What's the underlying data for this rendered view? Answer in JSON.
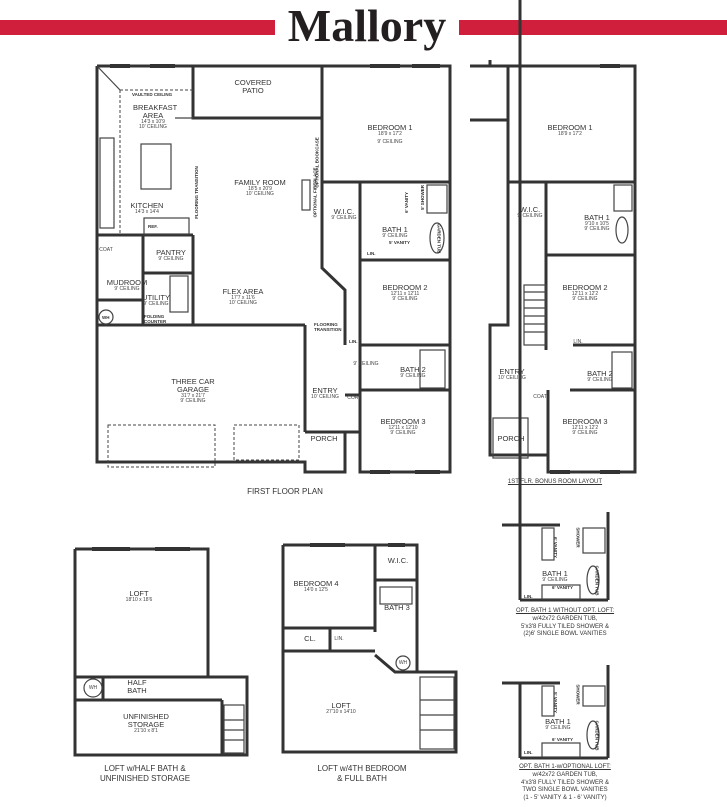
{
  "header": {
    "title": "Mallory",
    "accent_color": "#d01f3c"
  },
  "first_floor": {
    "caption": "FIRST FLOOR PLAN",
    "rooms": {
      "covered_patio": {
        "name": "COVERED PATIO"
      },
      "breakfast": {
        "name": "BREAKFAST AREA",
        "size": "14'3 x 10'9",
        "ceiling": "10' CEILING"
      },
      "kitchen": {
        "name": "KITCHEN",
        "size": "14'3 x 14'4"
      },
      "family_room": {
        "name": "FAMILY ROOM",
        "size": "18'5 x 20'9",
        "ceiling": "10' CEILING"
      },
      "flex_area": {
        "name": "FLEX AREA",
        "size": "17'7 x 11'6",
        "ceiling": "10' CEILING"
      },
      "bedroom1": {
        "name": "BEDROOM 1",
        "size": "18'9 x 17'2",
        "ceiling": "9' CEILING"
      },
      "wic": {
        "name": "W.I.C.",
        "ceiling": "9' CEILING"
      },
      "bath1": {
        "name": "BATH 1",
        "ceiling": "9' CEILING"
      },
      "bedroom2": {
        "name": "BEDROOM 2",
        "size": "12'11 x 12'11",
        "ceiling": "9' CEILING"
      },
      "pantry": {
        "name": "PANTRY",
        "ceiling": "9' CEILING"
      },
      "mudroom": {
        "name": "MUDROOM",
        "ceiling": "9' CEILING"
      },
      "utility": {
        "name": "UTILITY",
        "ceiling": "9' CEILING"
      },
      "coat1": {
        "name": "COAT"
      },
      "garage": {
        "name": "THREE CAR GARAGE",
        "size": "31'7 x 21'7",
        "ceiling": "9' CEILING"
      },
      "hall": {
        "ceiling": "9' CEILING"
      },
      "entry": {
        "name": "ENTRY",
        "ceiling": "10' CEILING"
      },
      "coat2": {
        "name": "COAT"
      },
      "bath2": {
        "name": "BATH 2",
        "ceiling": "9' CEILING"
      },
      "bedroom3": {
        "name": "BEDROOM 3",
        "size": "12'11 x 12'10",
        "ceiling": "9' CEILING"
      },
      "porch": {
        "name": "PORCH"
      }
    },
    "notes": {
      "vaulted": "VAULTED CEILING",
      "flooring1": "FLOORING TRANSITION",
      "flooring2": "FLOORING TRANSITION",
      "ref": "REF.",
      "folding": "FOLDING COUNTER",
      "wh": "WH",
      "lin1": "LIN.",
      "lin2": "LIN.",
      "vanity5": "5' VANITY",
      "vanity6": "6' VANITY",
      "shower": "5' SHOWER",
      "garden_tub": "GARDEN TUB",
      "optional_bookcase": "OPTIONAL BOOKCASE",
      "optional_fireplace": "OPTIONAL FIREPLACE"
    }
  },
  "bonus_layout": {
    "caption": "1ST FLR. BONUS ROOM LAYOUT",
    "rooms": {
      "bedroom1": {
        "name": "BEDROOM 1",
        "size": "18'9 x 17'2"
      },
      "wic": {
        "name": "W.I.C.",
        "ceiling": "9' CEILING"
      },
      "bath1": {
        "name": "BATH 1",
        "size": "9'10 x 10'5",
        "ceiling": "9' CEILING"
      },
      "bedroom2": {
        "name": "BEDROOM 2",
        "size": "12'11 x 12'2",
        "ceiling": "9' CEILING"
      },
      "entry": {
        "name": "ENTRY",
        "ceiling": "10' CEILING"
      },
      "bath2": {
        "name": "BATH 2",
        "ceiling": "9' CEILING"
      },
      "coat": {
        "name": "COAT"
      },
      "bedroom3": {
        "name": "BEDROOM 3",
        "size": "12'11 x 12'2",
        "ceiling": "9' CEILING"
      },
      "porch": {
        "name": "PORCH"
      },
      "lin": {
        "name": "LIN."
      }
    }
  },
  "loft_half_bath": {
    "caption_line1": "LOFT w/HALF BATH &",
    "caption_line2": "UNFINISHED STORAGE",
    "rooms": {
      "loft": {
        "name": "LOFT",
        "size": "18'10 x 18'6"
      },
      "half_bath": {
        "name": "HALF BATH"
      },
      "wh": {
        "name": "WH"
      },
      "storage": {
        "name": "UNFINISHED STORAGE",
        "size": "21'10 x 8'1"
      }
    }
  },
  "loft_bedroom": {
    "caption_line1": "LOFT w/4TH BEDROOM",
    "caption_line2": "& FULL BATH",
    "rooms": {
      "bedroom4": {
        "name": "BEDROOM 4",
        "size": "14'0 x 12'5"
      },
      "wic": {
        "name": "W.I.C."
      },
      "bath3": {
        "name": "BATH 3"
      },
      "cl": {
        "name": "CL."
      },
      "lin": {
        "name": "LIN."
      },
      "wh": {
        "name": "WH"
      },
      "loft": {
        "name": "LOFT",
        "size": "27'10 x 14'10"
      }
    }
  },
  "opt_bath_no_loft": {
    "heading": "OPT. BATH 1 WITHOUT OPT. LOFT:",
    "lines": [
      "w/42x72 GARDEN TUB,",
      "5'x3'8 FULLY TILED SHOWER &",
      "(2)6' SINGLE BOWL VANITIES"
    ],
    "labels": {
      "bath": "BATH 1",
      "ceiling": "9' CEILING",
      "vanity_a": "6' VANITY",
      "vanity_b": "6' VANITY",
      "shower": "SHOWER",
      "tub": "GARDEN TUB",
      "lin": "LIN."
    }
  },
  "opt_bath_loft": {
    "heading": "OPT. BATH 1-w/OPTIONAL LOFT:",
    "lines": [
      "w/42x72 GARDEN TUB,",
      "4'x3'8 FULLY TILED SHOWER &",
      "TWO SINGLE BOWL VANITIES",
      "(1 - 5' VANITY & 1 - 6' VANITY)"
    ],
    "labels": {
      "bath": "BATH 1",
      "ceiling": "9' CEILING",
      "vanity_a": "5' VANITY",
      "vanity_b": "6' VANITY",
      "shower": "SHOWER",
      "tub": "GARDEN TUB",
      "lin": "LIN."
    }
  }
}
